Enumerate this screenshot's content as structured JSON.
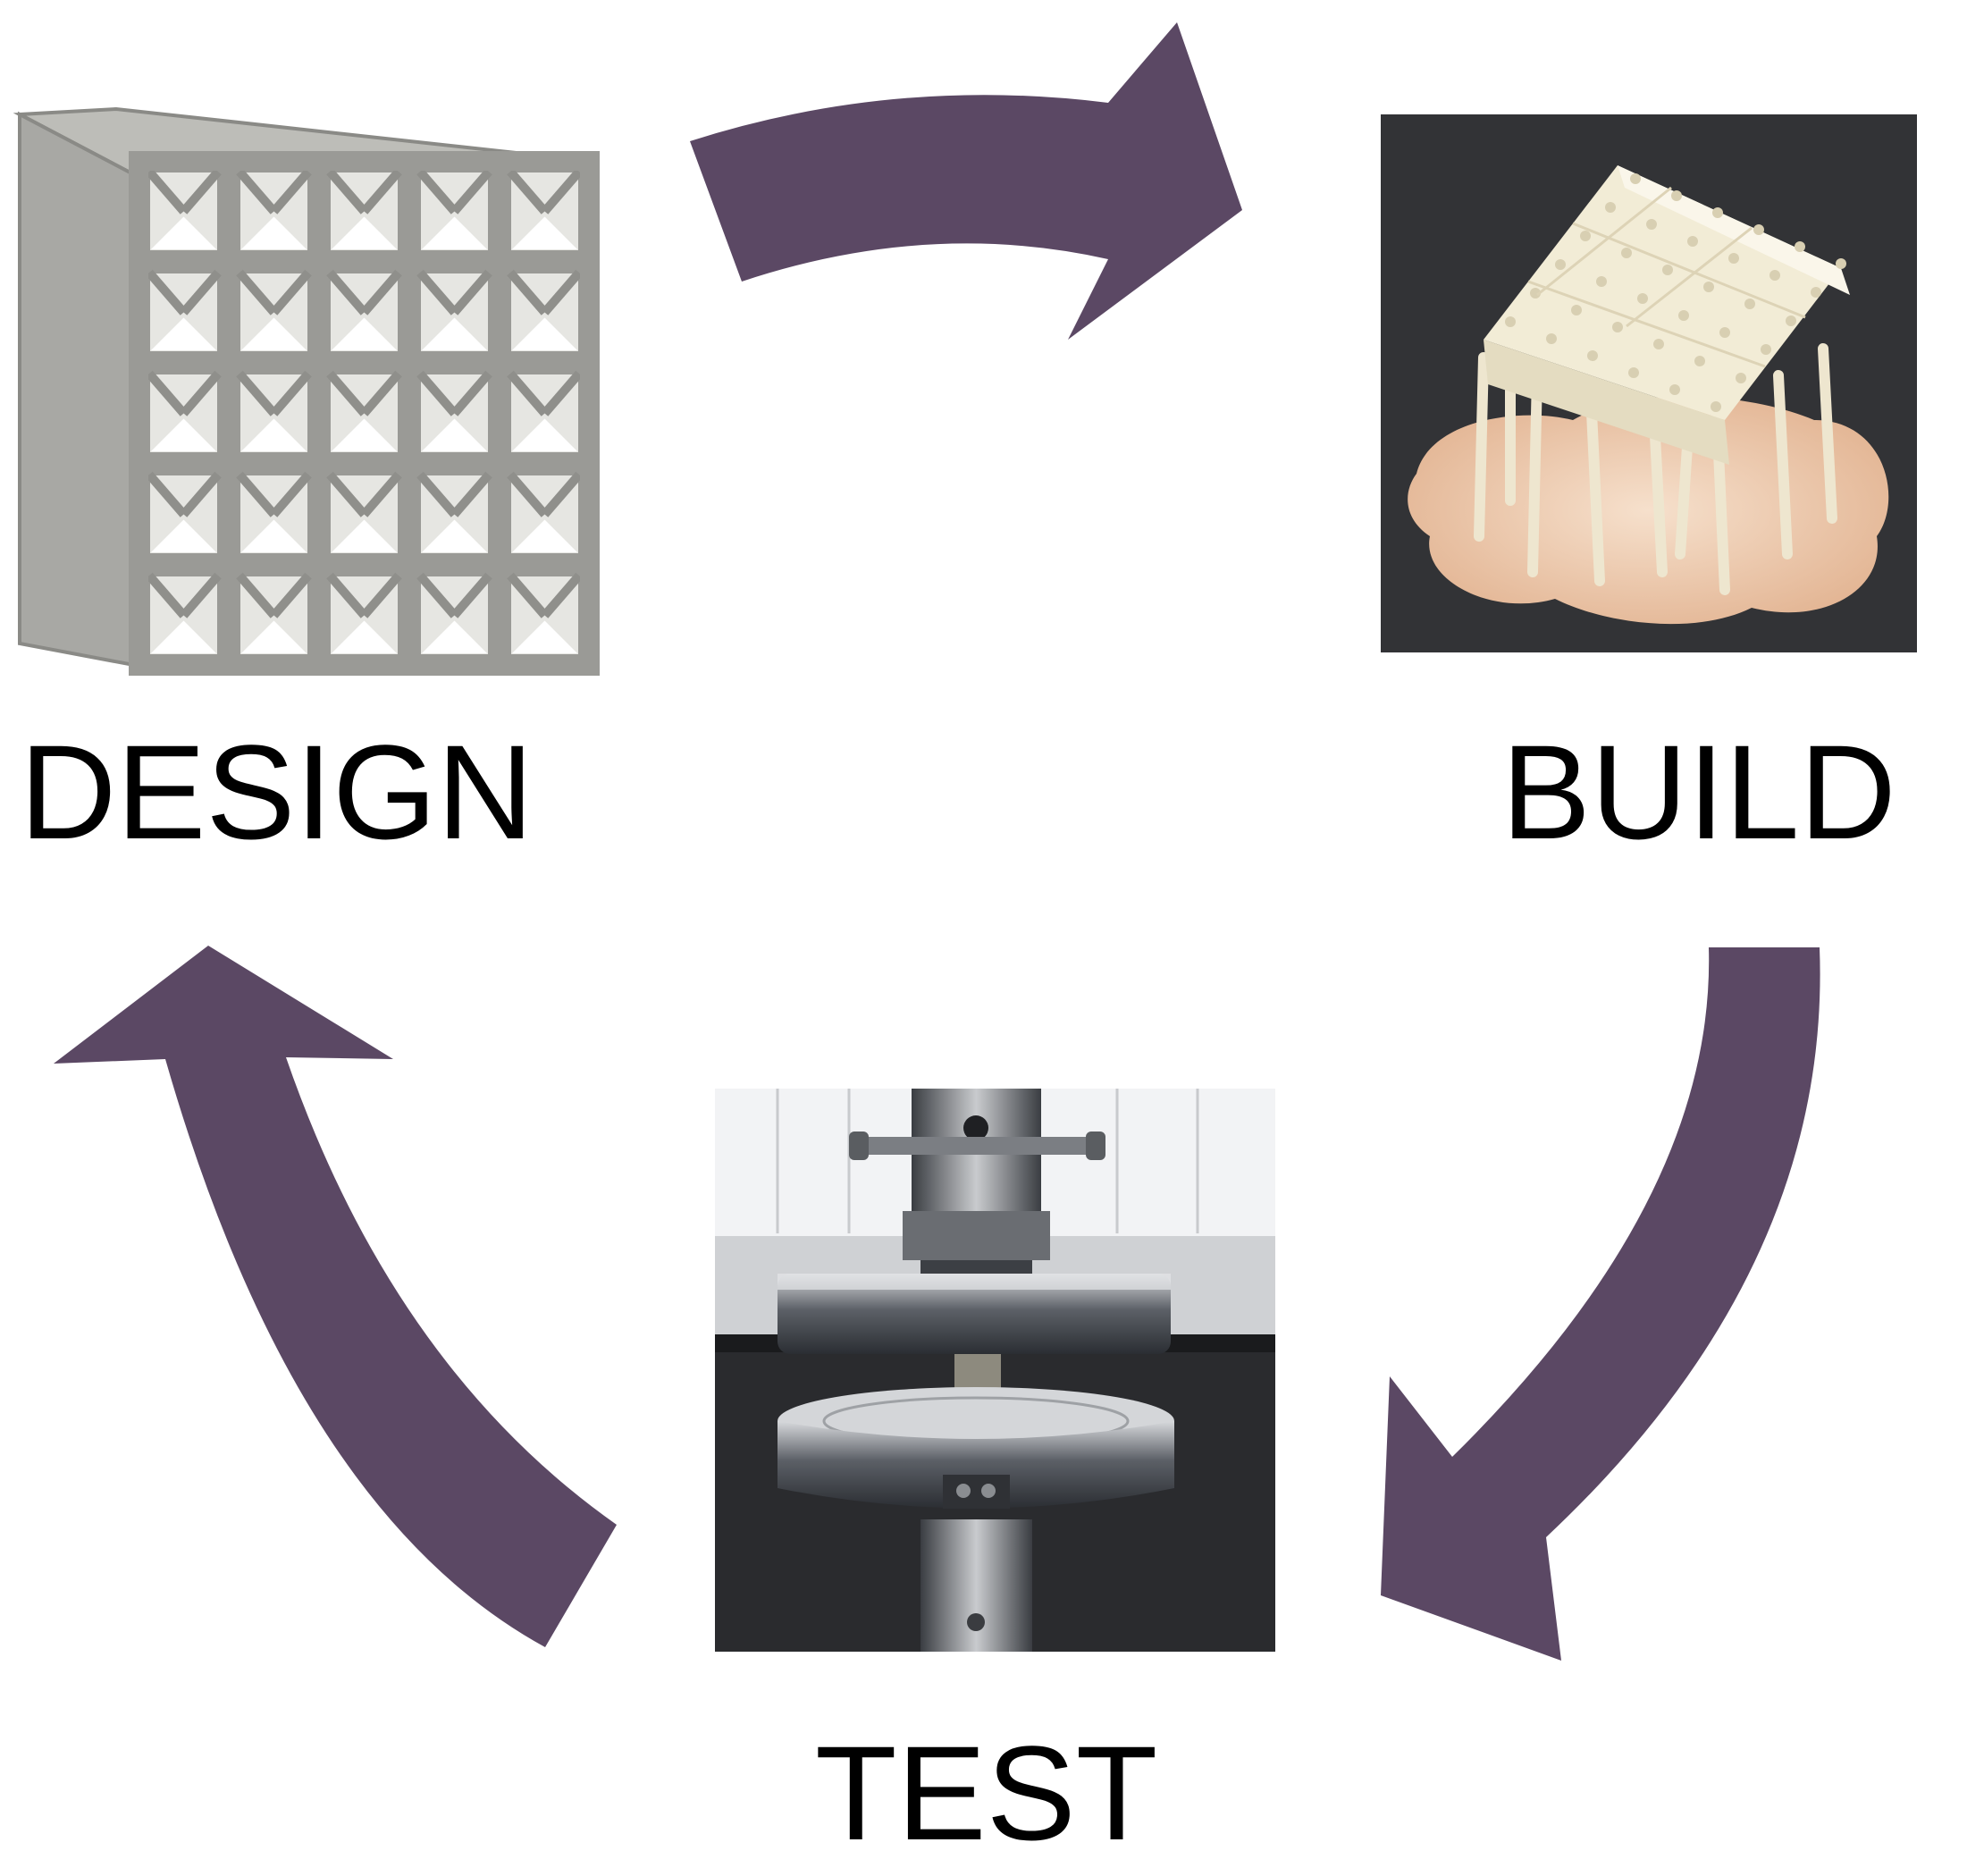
{
  "stages": {
    "design": {
      "label": "DESIGN",
      "image": "lattice-cube-render"
    },
    "build": {
      "label": "BUILD",
      "image": "3d-printed-lattice-photo"
    },
    "test": {
      "label": "TEST",
      "image": "compression-test-photo"
    }
  },
  "colors": {
    "arrow": "#5b4864",
    "background": "#ffffff",
    "text": "#000000",
    "lattice": "#9a9a96",
    "resin": "#f1ecd6",
    "raft": "#e8c3a3",
    "steel": "#8d9095"
  },
  "lattice": {
    "columns": 5,
    "rows": 5
  }
}
